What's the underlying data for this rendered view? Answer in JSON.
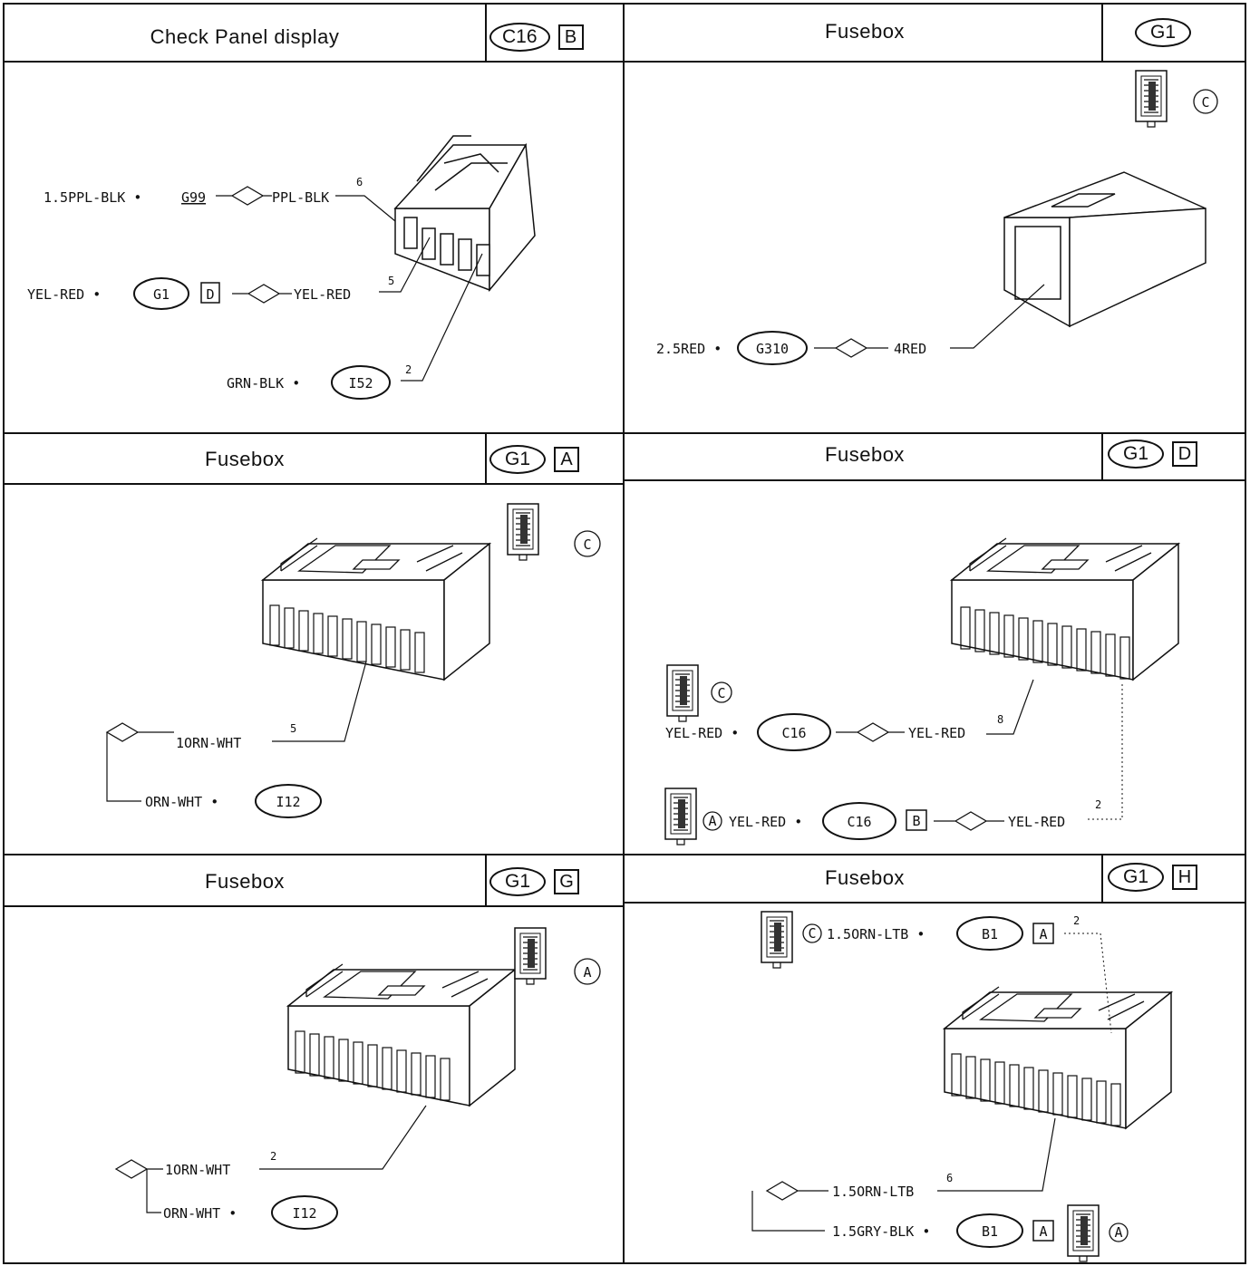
{
  "panels": {
    "p1": {
      "title": "Check Panel display",
      "code": "C16",
      "letter": "B",
      "w1": {
        "left": "1.5PPL-BLK •",
        "ref": "G99",
        "right": "PPL-BLK",
        "pin": "6"
      },
      "w2": {
        "left": "YEL-RED •",
        "oval": "G1",
        "sq": "D",
        "right": "YEL-RED",
        "pin": "5"
      },
      "w3": {
        "left": "GRN-BLK •",
        "oval": "I52",
        "pin": "2"
      }
    },
    "p2": {
      "title": "Fusebox",
      "code": "G1",
      "circ": "C",
      "w1": {
        "left": "2.5RED •",
        "oval": "G310",
        "right": "4RED"
      }
    },
    "p3": {
      "title": "Fusebox",
      "code": "G1",
      "letter": "A",
      "circ": "C",
      "w1": {
        "right": "1ORN-WHT",
        "pin": "5"
      },
      "w2": {
        "left": "ORN-WHT •",
        "oval": "I12"
      }
    },
    "p4": {
      "title": "Fusebox",
      "code": "G1",
      "letter": "D",
      "w1": {
        "circ": "C",
        "left": "YEL-RED •",
        "oval": "C16",
        "right": "YEL-RED",
        "pin": "8"
      },
      "w2": {
        "circ": "A",
        "left": "YEL-RED •",
        "oval": "C16",
        "sq": "B",
        "right": "YEL-RED",
        "pin": "2"
      }
    },
    "p5": {
      "title": "Fusebox",
      "code": "G1",
      "letter": "G",
      "circ": "A",
      "w1": {
        "right": "1ORN-WHT",
        "pin": "2"
      },
      "w2": {
        "left": "ORN-WHT •",
        "oval": "I12"
      }
    },
    "p6": {
      "title": "Fusebox",
      "code": "G1",
      "letter": "H",
      "w1": {
        "circ": "C",
        "left": "1.5ORN-LTB •",
        "oval": "B1",
        "sq": "A",
        "pin": "2"
      },
      "w2": {
        "right": "1.5ORN-LTB",
        "pin": "6"
      },
      "w3": {
        "left": "1.5GRY-BLK •",
        "oval": "B1",
        "sq": "A",
        "circ": "A"
      }
    }
  }
}
